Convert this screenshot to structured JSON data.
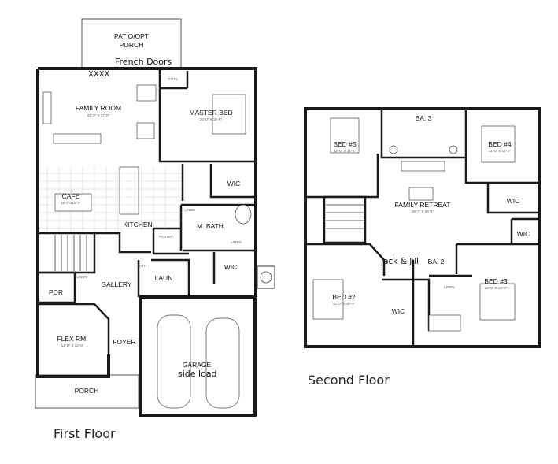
{
  "floors": {
    "first": "First Floor",
    "second": "Second Floor"
  },
  "notes": {
    "french_doors": "French Doors",
    "xxxx": "XXXX",
    "side_load": "side load",
    "jack_jill": "Jack & Jill"
  },
  "rooms_first": [
    {
      "id": "patio",
      "label1": "PATIO/OPT",
      "label2": "PORCH"
    },
    {
      "id": "family-room",
      "label1": "FAMILY ROOM",
      "dim": "21'-0\" X 17'-0\""
    },
    {
      "id": "master-bed",
      "label1": "MASTER BED",
      "dim": "16'-0\" X 16'-6\""
    },
    {
      "id": "clos",
      "label1": "CLOS."
    },
    {
      "id": "wic-1",
      "label1": "WIC"
    },
    {
      "id": "cafe",
      "label1": "CAFE",
      "dim": "15'-0\"X10'-0\""
    },
    {
      "id": "kitchen",
      "label1": "KITCHEN"
    },
    {
      "id": "pantry",
      "label1": "PANTRY"
    },
    {
      "id": "linen-1",
      "label1": "LINEN"
    },
    {
      "id": "m-bath",
      "label1": "M. BATH"
    },
    {
      "id": "linen-2",
      "label1": "LINEN"
    },
    {
      "id": "wic-2",
      "label1": "WIC"
    },
    {
      "id": "linen-3",
      "label1": "LINEN"
    },
    {
      "id": "pdr",
      "label1": "PDR"
    },
    {
      "id": "gallery",
      "label1": "GALLERY"
    },
    {
      "id": "laun",
      "label1": "LAUN"
    },
    {
      "id": "bath-abbr",
      "label1": "BATH"
    },
    {
      "id": "flex",
      "label1": "FLEX RM.",
      "dim": "12'-0\" X 12'-0\""
    },
    {
      "id": "foyer",
      "label1": "FOYER"
    },
    {
      "id": "garage",
      "label1": "GARAGE"
    },
    {
      "id": "porch",
      "label1": "PORCH"
    }
  ],
  "rooms_second": [
    {
      "id": "ba3",
      "label1": "BA. 3"
    },
    {
      "id": "bed5",
      "label1": "BED #5",
      "dim": "12'-0\" X 11'-8\""
    },
    {
      "id": "bed4",
      "label1": "BED #4",
      "dim": "11'-0\" X 12'-0\""
    },
    {
      "id": "family-retreat",
      "label1": "FAMILY RETREAT",
      "dim": "18'-7\" X 28'-1\""
    },
    {
      "id": "wic-3",
      "label1": "WIC"
    },
    {
      "id": "wic-4",
      "label1": "WIC"
    },
    {
      "id": "ba2",
      "label1": "BA. 2"
    },
    {
      "id": "bed2",
      "label1": "BED #2",
      "dim": "12'-0\" X 16'-4\""
    },
    {
      "id": "bed3",
      "label1": "BED #3",
      "dim": "12'-6\" X 13'-4\""
    },
    {
      "id": "linen-4",
      "label1": "LINEN"
    },
    {
      "id": "wic-5",
      "label1": "WIC"
    }
  ]
}
